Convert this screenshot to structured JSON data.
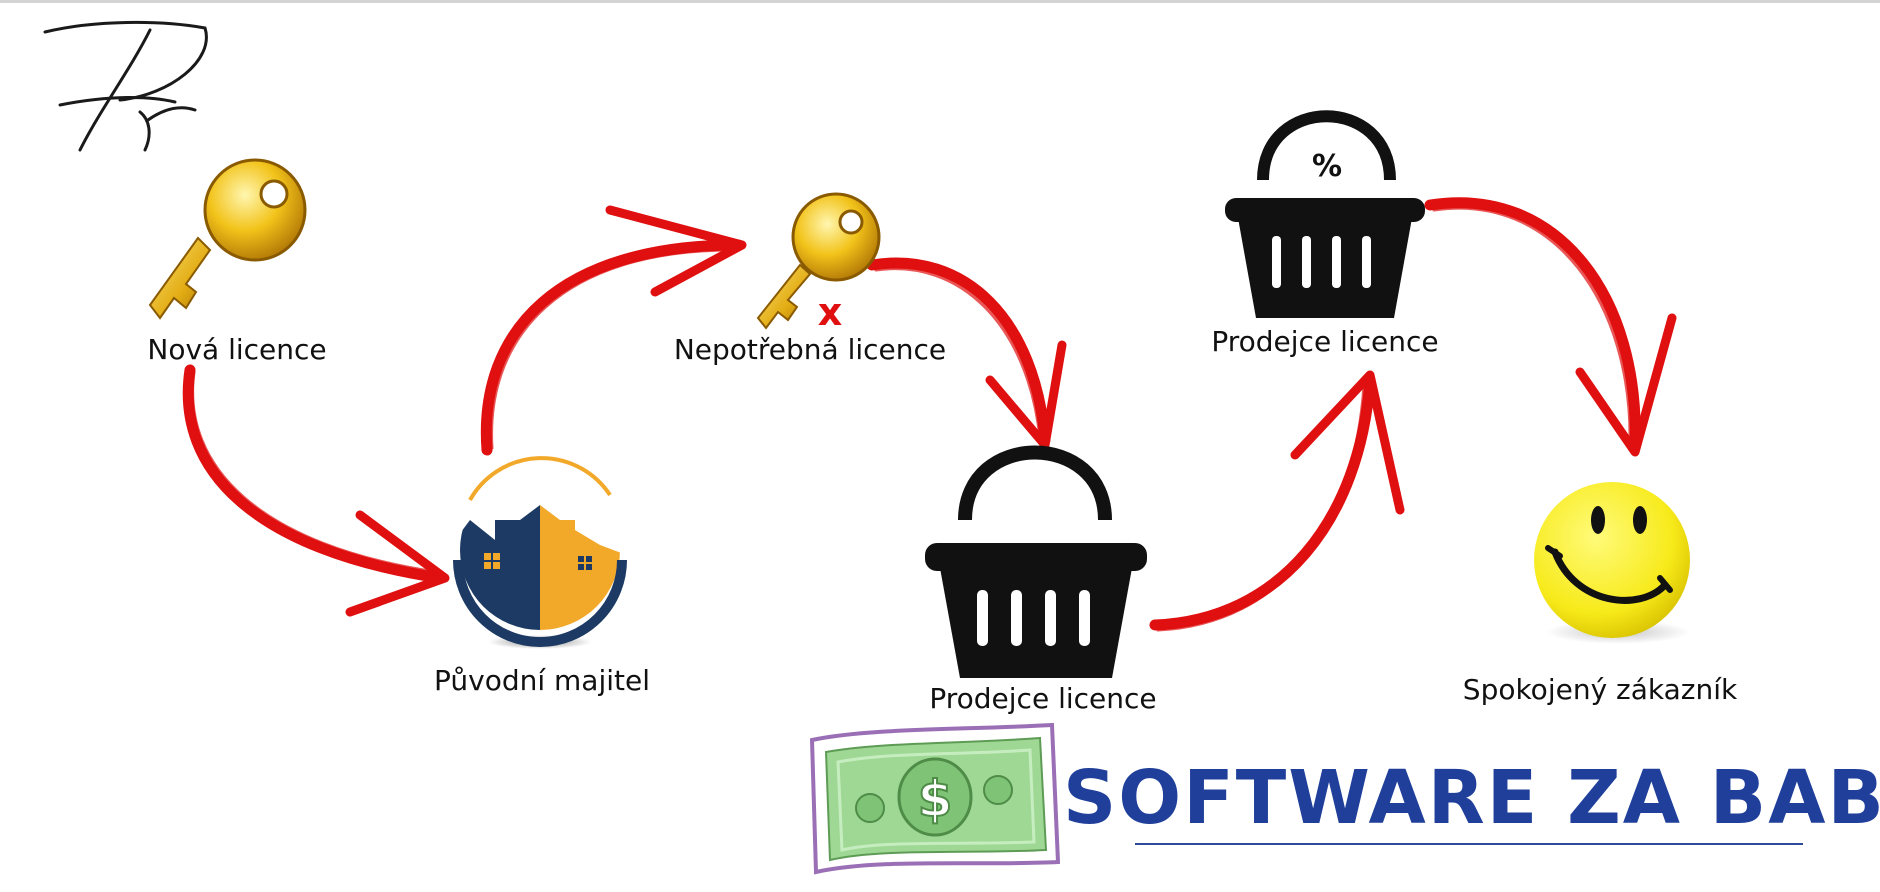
{
  "labels": {
    "new_license": "Nová licence",
    "original_owner": "Původní majitel",
    "unneeded_license": "Nepotřebná licence",
    "seller_1": "Prodejce licence",
    "seller_2": "Prodejce licence",
    "happy_customer": "Spokojený zákazník"
  },
  "marks": {
    "cross": "x",
    "percent": "%",
    "dollar": "$"
  },
  "brand": {
    "name": "SOFTWARE ZA BABKU",
    "signature": "Pr"
  },
  "colors": {
    "arrow": "#e01010",
    "brand": "#1f3f9a",
    "key_gold": "#f2c31a",
    "house_navy": "#1c3a63",
    "house_orange": "#f2a92a",
    "smiley": "#f7ea1a",
    "basket": "#111111",
    "banknote": "#8fcf8a"
  }
}
